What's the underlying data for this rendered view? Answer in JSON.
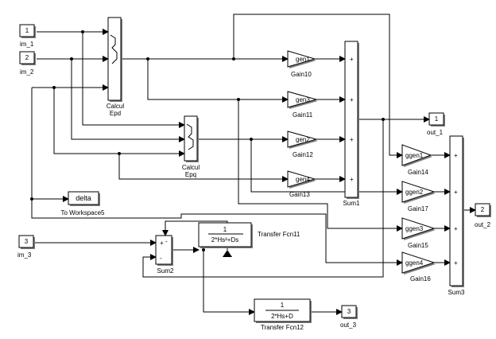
{
  "inports": [
    {
      "number": "1",
      "name": "im_1"
    },
    {
      "number": "2",
      "name": "im_2"
    },
    {
      "number": "3",
      "name": "im_3"
    }
  ],
  "outports": [
    {
      "number": "1",
      "name": "out_1"
    },
    {
      "number": "2",
      "name": "out_2"
    },
    {
      "number": "3",
      "name": "out_3"
    }
  ],
  "subsystems": [
    {
      "name": "Calcul Epd",
      "line1": "Calcul",
      "line2": "Epd"
    },
    {
      "name": "Calcul Epq",
      "line1": "Calcul",
      "line2": "Epq"
    }
  ],
  "gains": [
    {
      "param": "gen1",
      "name": "Gain10"
    },
    {
      "param": "gen3",
      "name": "Gain11"
    },
    {
      "param": "gen2",
      "name": "Gain12"
    },
    {
      "param": "gen4",
      "name": "Gain13"
    },
    {
      "param": "ggen1",
      "name": "Gain14"
    },
    {
      "param": "ggen2",
      "name": "Gain17"
    },
    {
      "param": "ggen3",
      "name": "Gain15"
    },
    {
      "param": "ggen4",
      "name": "Gain16"
    }
  ],
  "sums": [
    {
      "name": "Sum1"
    },
    {
      "name": "Sum2"
    },
    {
      "name": "Sum3"
    }
  ],
  "to_workspace": {
    "variable": "delta",
    "name": "To Workspace5"
  },
  "transfer_fcns": [
    {
      "name": "Transfer Fcn11",
      "numerator": "1",
      "denominator": "2*Hs²+Ds"
    },
    {
      "name": "Transfer Fcn12",
      "numerator": "1",
      "denominator": "2*Hs+D"
    }
  ],
  "signs": {
    "plus": "+",
    "minus": "-"
  }
}
